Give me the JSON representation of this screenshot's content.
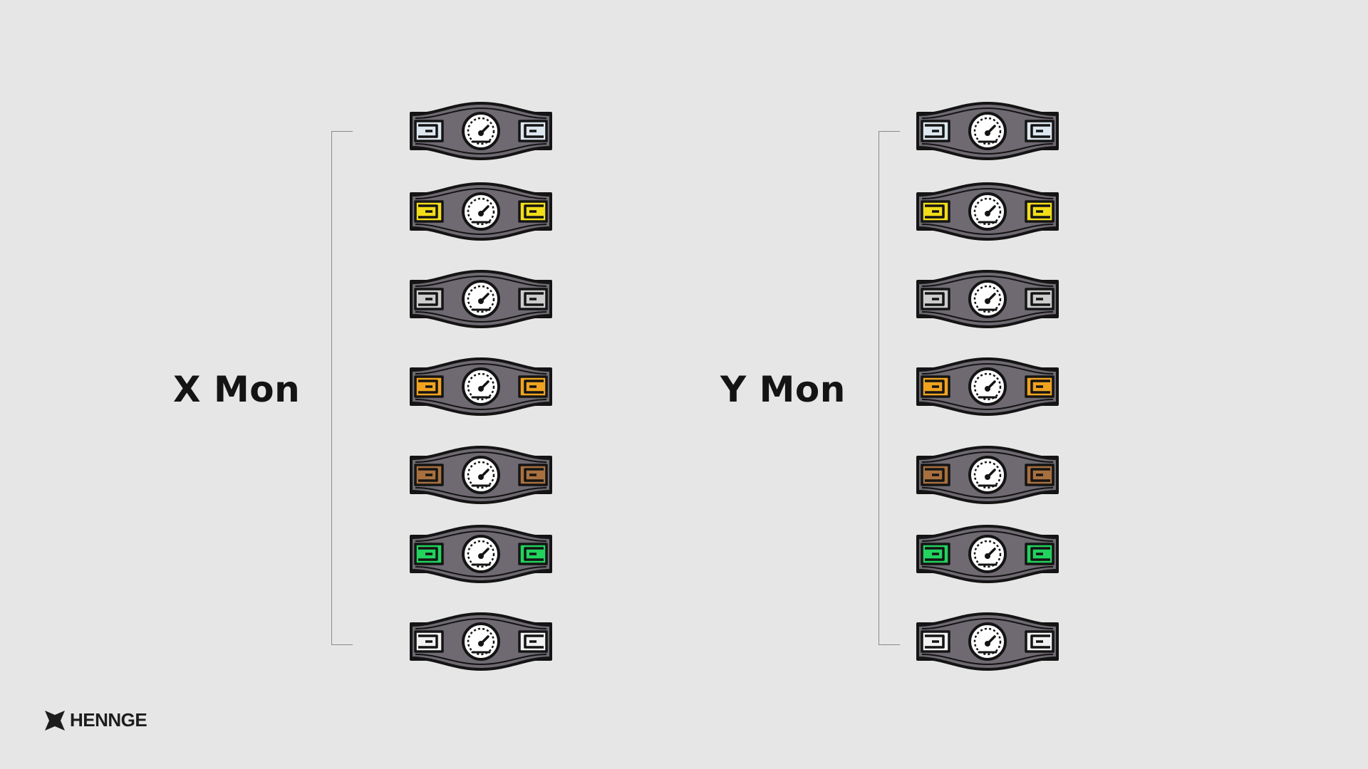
{
  "groups": [
    {
      "label": "X Mon",
      "belts": [
        {
          "color": "#dde7ef"
        },
        {
          "color": "#f2dd1a"
        },
        {
          "color": "#cdcdcd"
        },
        {
          "color": "#f0a320"
        },
        {
          "color": "#a8703f"
        },
        {
          "color": "#22d35e"
        },
        {
          "color": "#f2f2f2"
        }
      ]
    },
    {
      "label": "Y Mon",
      "belts": [
        {
          "color": "#dde7ef"
        },
        {
          "color": "#f2dd1a"
        },
        {
          "color": "#cdcdcd"
        },
        {
          "color": "#f0a320"
        },
        {
          "color": "#a8703f"
        },
        {
          "color": "#22d35e"
        },
        {
          "color": "#f2f2f2"
        }
      ]
    }
  ],
  "brand": {
    "name": "HENNGE",
    "icon": "henngel-logo-mark-icon"
  },
  "colors": {
    "background": "#e6e6e6",
    "belt_body": "#6f6a72",
    "outline": "#141414",
    "bracket": "#8a8a8a"
  }
}
